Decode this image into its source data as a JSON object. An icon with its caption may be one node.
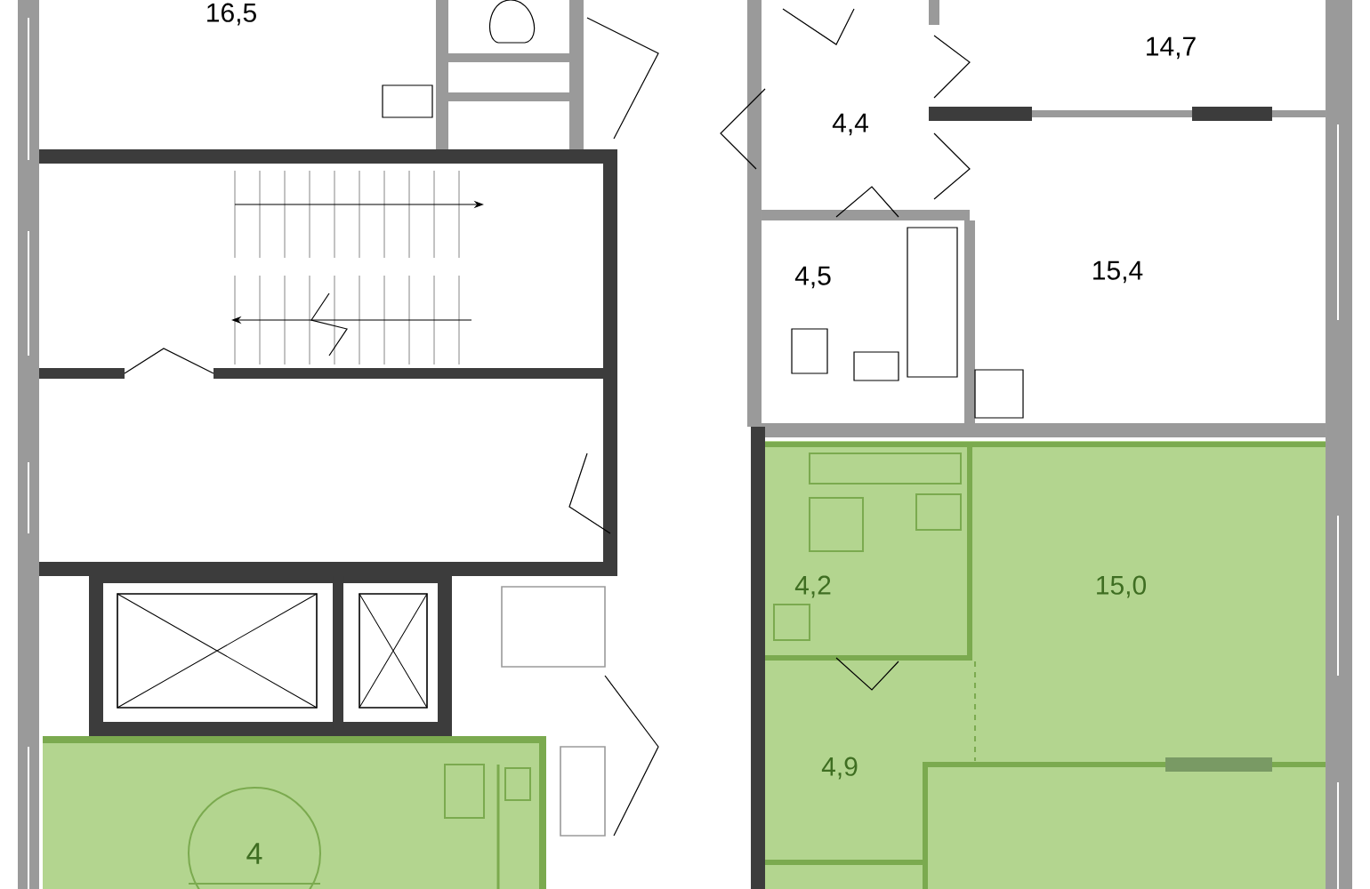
{
  "diagram": {
    "nodes": [
      {
        "text": [
          "4"
        ]
      }
    ],
    "labels": [
      "16,5",
      "14,7",
      "4,4",
      "4,5",
      "15,4",
      "4,2",
      "15,0",
      "4,9"
    ]
  }
}
